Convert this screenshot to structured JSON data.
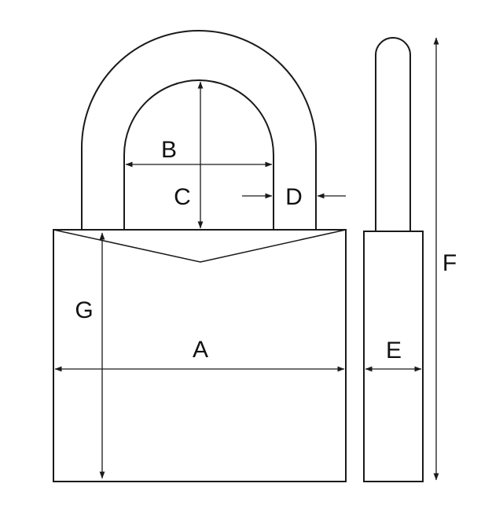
{
  "labels": {
    "A": "A",
    "B": "B",
    "C": "C",
    "D": "D",
    "E": "E",
    "F": "F",
    "G": "G"
  },
  "colors": {
    "line": "#1a1a1a",
    "text": "#111111",
    "background": "#ffffff"
  }
}
